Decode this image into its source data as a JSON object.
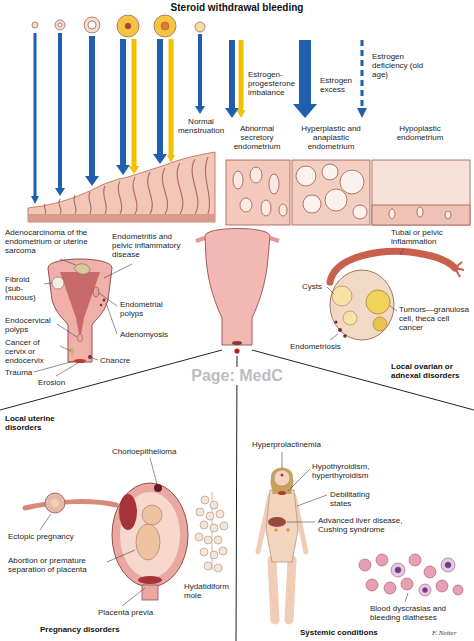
{
  "diagram": {
    "title": "Steroid withdrawal bleeding",
    "labels": [
      "Normal menstruation",
      "Estrogen-progesterone imbalance",
      "Estrogen excess",
      "Estrogen deficiency (old age)",
      "Abnormal secretory endometrium",
      "Hyperplastic and anaplastic endometrium",
      "Hypoplastic endometrium",
      "Adenocarcinoma of the endometrium or uterine sarcoma",
      "Endometritis and pelvic inflammatory disease",
      "Fibroid (sub-mucous)",
      "Endometrial polyps",
      "Endocervical polyps",
      "Adenomyosis",
      "Cancer of cervix or endocervix",
      "Trauma",
      "Chancre",
      "Erosion",
      "Local uterine disorders",
      "Tubal or pelvic inflammation",
      "Cysts",
      "Endometriosis",
      "Tumors—granulosa cell, theca cell cancer",
      "Local ovarian or adnexal disorders",
      "Page: MedC",
      "Chorioepithelioma",
      "Hyperprolactinemia",
      "Hypothyroidism, hyperthyroidism",
      "Debilitating states",
      "Advanced liver disease, Cushing syndrome",
      "Ectopic pregnancy",
      "Abortion or premature separation of placenta",
      "Hydatidiform mole",
      "Placenta previa",
      "Pregnancy disorders",
      "Blood dyscrasias and bleeding diatheses",
      "Systemic conditions",
      "F. Netter"
    ]
  }
}
